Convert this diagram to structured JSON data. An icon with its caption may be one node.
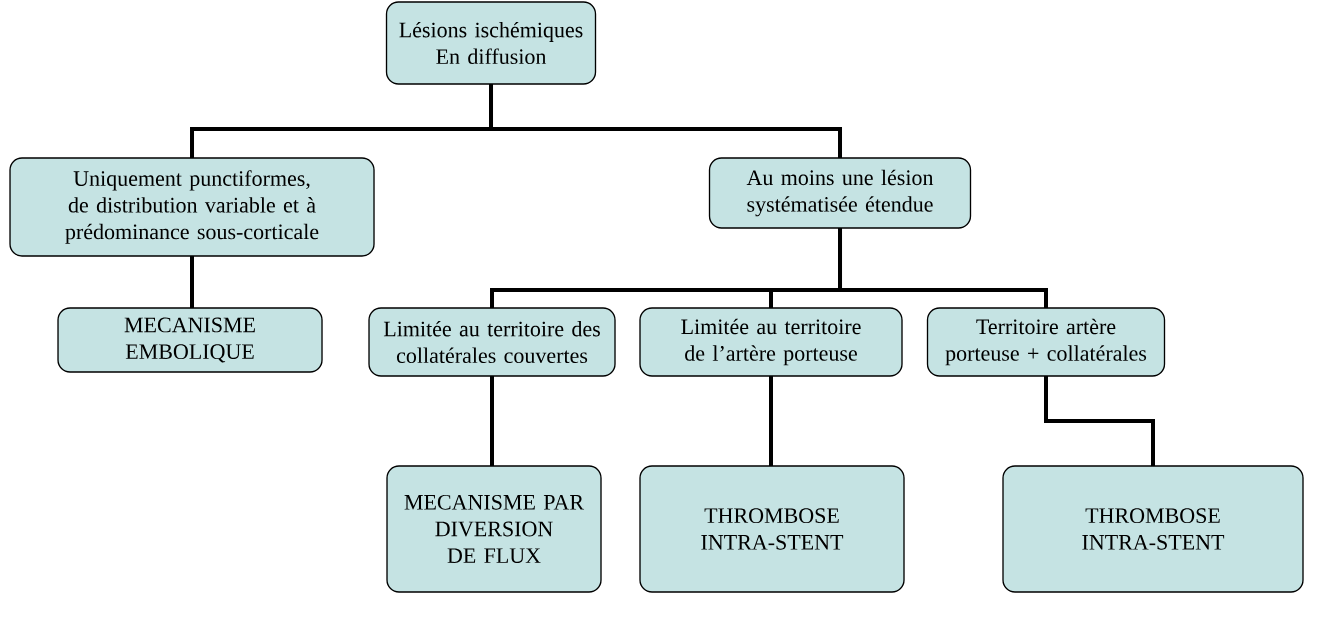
{
  "diagram": {
    "nodes": [
      {
        "text": [
          "Lésions ischémiques En diffusion"
        ]
      },
      {
        "text": [
          "Uniquement punctiformes, de distribution variable et à prédominance sous-corticale"
        ]
      },
      {
        "text": [
          "Au moins une lésion systématisée étendue"
        ]
      },
      {
        "text": [
          "MECANISME EMBOLIQUE"
        ]
      },
      {
        "text": [
          "Limitée au territoire des collatérales couvertes"
        ]
      },
      {
        "text": [
          "Limitée au territoire de l’artère porteuse"
        ]
      },
      {
        "text": [
          "Territoire artère porteuse + collatérales"
        ]
      },
      {
        "text": [
          "MECANISME PAR DIVERSION DE FLUX"
        ]
      },
      {
        "text": [
          "THROMBOSE INTRA-STENT"
        ]
      },
      {
        "text": [
          "THROMBOSE INTRA-STENT"
        ]
      }
    ],
    "edges": [
      {
        "from": 0,
        "to": 1,
        "arrow": "none"
      },
      {
        "from": 0,
        "to": 2,
        "arrow": "none"
      },
      {
        "from": 1,
        "to": 3,
        "arrow": "none"
      },
      {
        "from": 2,
        "to": 4,
        "arrow": "none"
      },
      {
        "from": 2,
        "to": 5,
        "arrow": "none"
      },
      {
        "from": 2,
        "to": 6,
        "arrow": "none"
      },
      {
        "from": 4,
        "to": 7,
        "arrow": "none"
      },
      {
        "from": 5,
        "to": 8,
        "arrow": "none"
      },
      {
        "from": 6,
        "to": 9,
        "arrow": "none"
      }
    ]
  }
}
